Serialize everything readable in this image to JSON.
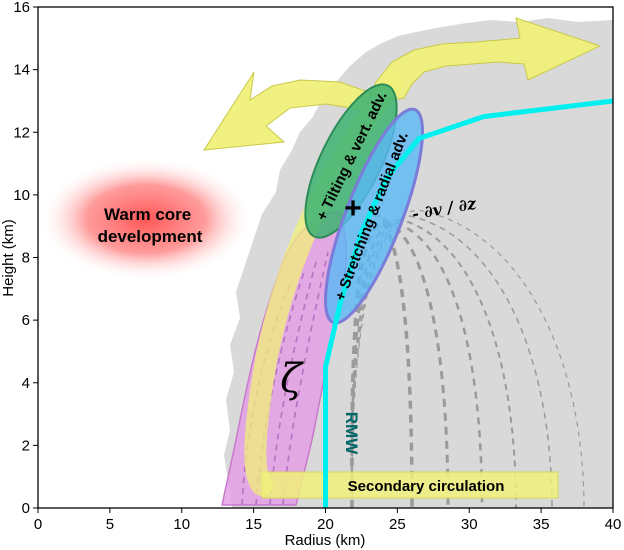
{
  "axes": {
    "xlabel": "Radius (km)",
    "ylabel": "Height (km)",
    "xlim": [
      0,
      40
    ],
    "ylim": [
      0,
      16
    ],
    "xticks": [
      0,
      5,
      10,
      15,
      20,
      25,
      30,
      35,
      40
    ],
    "yticks": [
      0,
      2,
      4,
      6,
      8,
      10,
      12,
      14,
      16
    ]
  },
  "labels": {
    "warm_core": [
      "Warm core",
      "development"
    ],
    "tilting": "+ Tilting & vert. adv.",
    "stretching": "+ Stretching & radial adv.",
    "dvdz": "- ∂v / ∂z",
    "zeta": "ζ",
    "rmw": "RMW",
    "secondary": "Secondary circulation",
    "plus_marker": "+"
  },
  "colors": {
    "rmw_line": "#00f0f0",
    "shading": "#d9d9d9",
    "warm_core": "#ff5a5a",
    "arrow_fill": "#f0f07a",
    "tilting_fill": "#3cb371",
    "stretching_fill": "#59b8f5",
    "zeta_fill": "#e49be6",
    "dashed_lines": "#9a9a9a"
  },
  "rmw_curve": [
    [
      20,
      0
    ],
    [
      20,
      4.5
    ],
    [
      21,
      6.5
    ],
    [
      22.5,
      8.8
    ],
    [
      24.2,
      10.5
    ],
    [
      26.5,
      11.8
    ],
    [
      31,
      12.5
    ],
    [
      40,
      13
    ]
  ]
}
